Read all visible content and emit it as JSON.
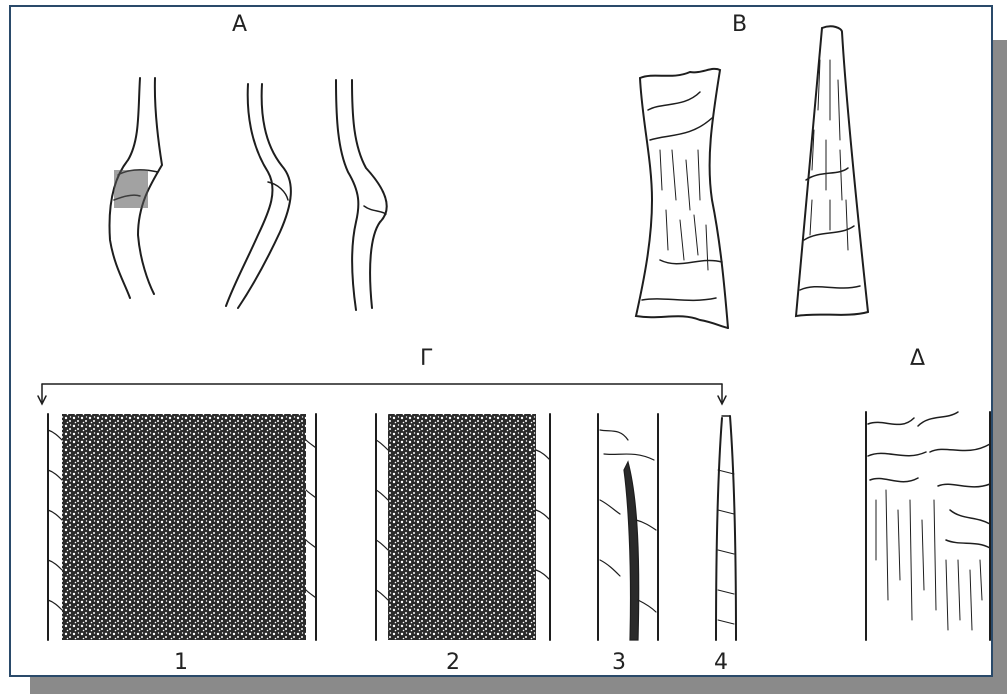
{
  "figure": {
    "panel_labels": {
      "a": "A",
      "b": "B",
      "g": "Γ",
      "d": "Δ"
    },
    "numbers": [
      "1",
      "2",
      "3",
      "4"
    ],
    "colors": {
      "ink": "#1e1e1e",
      "frame": "#2a4a6a",
      "shadow": "#8a8a8a",
      "paper": "#ffffff"
    }
  }
}
